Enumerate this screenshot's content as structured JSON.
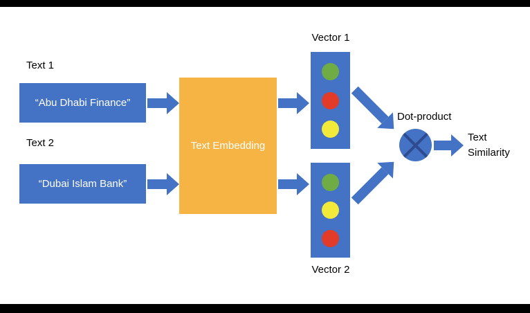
{
  "diagram": {
    "inputs": [
      {
        "label": "Text 1",
        "value": "“Abu Dhabi Finance”"
      },
      {
        "label": "Text 2",
        "value": "“Dubai Islam Bank”"
      }
    ],
    "embedding_label": "Text Embedding",
    "vectors": [
      {
        "label": "Vector 1",
        "dots": [
          "#6FAC46",
          "#E23B29",
          "#F2EA3A"
        ]
      },
      {
        "label": "Vector 2",
        "dots": [
          "#6FAC46",
          "#F2EA3A",
          "#E23B29"
        ]
      }
    ],
    "dot_product_label": "Dot-product",
    "output_line1": "Text",
    "output_line2": "Similarity"
  },
  "colors": {
    "blue": "#4472C4",
    "navy": "#2F4B8F",
    "orange": "#F6B445",
    "green": "#6FAC46",
    "red": "#E23B29",
    "yellow": "#F2EA3A",
    "background": "#FFFFFF",
    "letterbox": "#000000"
  }
}
